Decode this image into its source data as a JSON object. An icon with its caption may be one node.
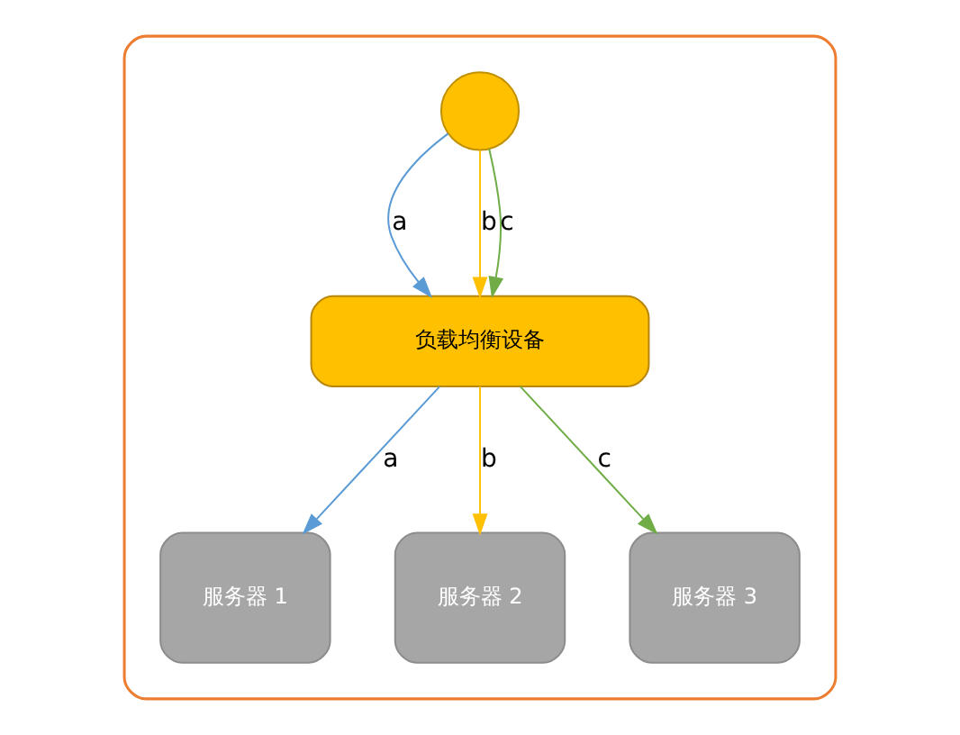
{
  "diagram": {
    "nodes": [
      {
        "text": [],
        "shape": "box"
      },
      {
        "text": [],
        "shape": "circle",
        "in": 0
      },
      {
        "text": [
          "负载均衡设备"
        ],
        "in": 0
      },
      {
        "text": [
          "服务器 1"
        ],
        "in": 0
      },
      {
        "text": [
          "服务器 2"
        ],
        "in": 0
      },
      {
        "text": [
          "服务器 3"
        ],
        "in": 0
      }
    ],
    "edges": [
      {
        "from": 1,
        "to": 2,
        "arrow": "to",
        "label": "a",
        "color": "#5b9bd5"
      },
      {
        "from": 1,
        "to": 2,
        "arrow": "to",
        "label": "b",
        "color": "#ffc000"
      },
      {
        "from": 1,
        "to": 2,
        "arrow": "to",
        "label": "c",
        "color": "#70ad47"
      },
      {
        "from": 2,
        "to": 3,
        "arrow": "to",
        "label": "a",
        "color": "#5b9bd5"
      },
      {
        "from": 2,
        "to": 4,
        "arrow": "to",
        "label": "b",
        "color": "#ffc000"
      },
      {
        "from": 2,
        "to": 5,
        "arrow": "to",
        "label": "c",
        "color": "#70ad47"
      }
    ]
  }
}
